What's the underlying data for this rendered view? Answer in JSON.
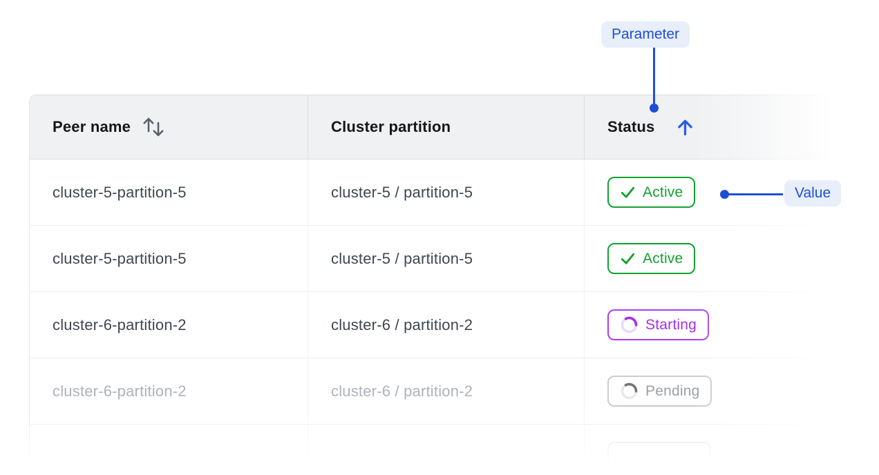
{
  "callouts": {
    "parameter": {
      "label": "Parameter",
      "target": "status-column-header"
    },
    "value": {
      "label": "Value",
      "target": "first-active-status-badge"
    }
  },
  "table": {
    "columns": [
      {
        "label": "Peer name",
        "sortable": true,
        "sort_state": "none",
        "icon": "sort-both-icon"
      },
      {
        "label": "Cluster partition",
        "sortable": false,
        "sort_state": "none",
        "icon": null
      },
      {
        "label": "Status",
        "sortable": true,
        "sort_state": "ascending",
        "icon": "arrow-up-icon"
      }
    ],
    "rows": [
      {
        "peer_name": "cluster-5-partition-5",
        "cluster_partition": "cluster-5 / partition-5",
        "status": {
          "label": "Active",
          "type": "active",
          "icon": "check-icon"
        },
        "muted": false
      },
      {
        "peer_name": "cluster-5-partition-5",
        "cluster_partition": "cluster-5 / partition-5",
        "status": {
          "label": "Active",
          "type": "active",
          "icon": "check-icon"
        },
        "muted": false
      },
      {
        "peer_name": "cluster-6-partition-2",
        "cluster_partition": "cluster-6 / partition-2",
        "status": {
          "label": "Starting",
          "type": "starting",
          "icon": "spinner-icon"
        },
        "muted": false
      },
      {
        "peer_name": "cluster-6-partition-2",
        "cluster_partition": "cluster-6 / partition-2",
        "status": {
          "label": "Pending",
          "type": "pending",
          "icon": "spinner-icon"
        },
        "muted": true
      },
      {
        "peer_name": "",
        "cluster_partition": "",
        "status": {
          "label": "",
          "type": "ghost",
          "icon": null
        },
        "muted": true,
        "partial": true
      }
    ]
  },
  "colors": {
    "accent_blue": "#1d4ed8",
    "arrow_blue": "#2b5ce8",
    "callout_pill_bg": "#e8effb",
    "status_active_green": "#12a12f",
    "status_starting_purple": "#a42eeb",
    "status_starting_track": "#ecd9fb",
    "status_pending_gray": "#9aa0a8",
    "status_pending_border": "#c9cbd1",
    "header_bg": "#f0f1f3",
    "header_text": "#14161b",
    "row_text": "#3f4650",
    "muted_row_text": "#aeb2b9",
    "sort_icon_gray": "#5c6068"
  }
}
